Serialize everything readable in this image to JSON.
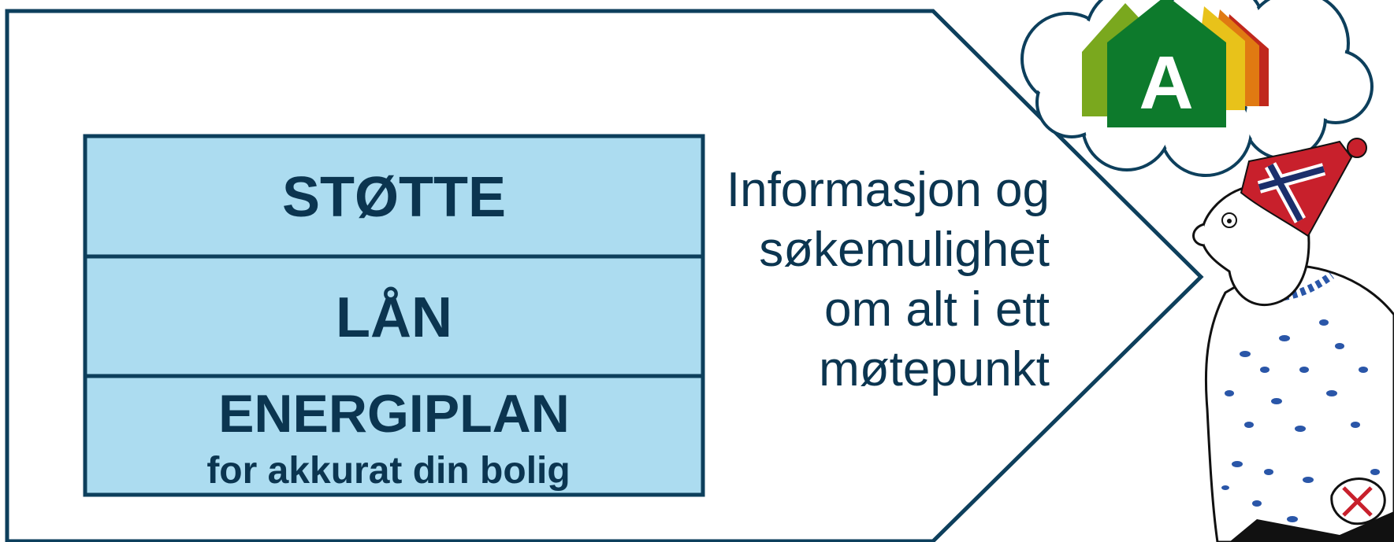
{
  "stack": {
    "support": "STØTTE",
    "loan": "LÅN",
    "energy_plan": "ENERGIPLAN",
    "energy_plan_sub": "for akkurat din bolig"
  },
  "info": {
    "lines": [
      "Informasjon og",
      "søkemulighet",
      "om alt i ett",
      "møtepunkt"
    ]
  },
  "energy_label": {
    "grade": "A",
    "colors": [
      "#7aa81e",
      "#0d7a2c",
      "#e8c21a",
      "#e07a12",
      "#c0281c"
    ]
  },
  "colors": {
    "outline": "#0d3f5c",
    "box_fill": "#acdcf0",
    "text": "#0b3550",
    "flag_red": "#c8202c",
    "flag_blue": "#1b2f6b"
  }
}
